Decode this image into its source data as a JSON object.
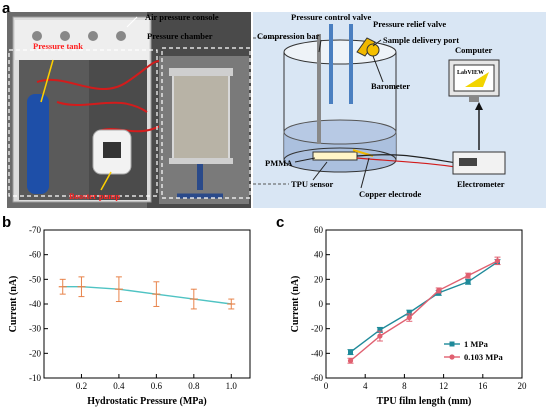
{
  "figure": {
    "panel_a": {
      "letter": "a",
      "photo_labels": {
        "air_pressure_console": "Air pressure console",
        "pressure_tank": "Pressure tank",
        "pressure_chamber": "Pressure chamber",
        "booster_pump": "Booster pump"
      },
      "schematic_labels": {
        "pressure_control_valve": "Pressure control valve",
        "pressure_relief_valve": "Pressure relief valve",
        "compression_bar": "Compression bar",
        "sample_delivery_port": "Sample delivery port",
        "barometer": "Barometer",
        "computer": "Computer",
        "pmma": "PMMA",
        "tpu_sensor": "TPU sensor",
        "copper_electrode": "Copper electrode",
        "electrometer": "Electrometer",
        "screen_text": "LabVIEW"
      }
    },
    "panel_b": {
      "letter": "b"
    },
    "panel_c": {
      "letter": "c"
    }
  },
  "chart_data": [
    {
      "type": "line",
      "xlabel": "Hydrostatic Pressure (MPa)",
      "ylabel": "Current (nA)",
      "x_ticks": [
        "0.2",
        "0.4",
        "0.6",
        "0.8",
        "1.0"
      ],
      "y_ticks": [
        "-70",
        "-60",
        "-50",
        "-40",
        "-30",
        "-20",
        "-10"
      ],
      "xlim": [
        0.0,
        1.1
      ],
      "ylim": [
        -70,
        -10
      ],
      "y_inverted": true,
      "grid": false,
      "color": "#4fc3c3",
      "marker_color": "#e8834a",
      "series": [
        {
          "x": [
            0.1,
            0.2,
            0.4,
            0.6,
            0.8,
            1.0
          ],
          "y": [
            -47,
            -47,
            -46,
            -44,
            -42,
            -40
          ],
          "err": [
            3,
            4,
            5,
            5,
            4,
            2
          ]
        }
      ]
    },
    {
      "type": "line",
      "xlabel": "TPU film length (mm)",
      "ylabel": "Current (nA)",
      "x_ticks": [
        "0",
        "4",
        "8",
        "12",
        "16",
        "20"
      ],
      "y_ticks": [
        "-60",
        "-40",
        "-20",
        "0",
        "20",
        "40",
        "60"
      ],
      "xlim": [
        0,
        20
      ],
      "ylim": [
        -60,
        60
      ],
      "grid": false,
      "legend_position": "bottom-right",
      "series": [
        {
          "name": "1 MPa",
          "color": "#1f8a9a",
          "marker": "square",
          "x": [
            2.5,
            5.5,
            8.5,
            11.5,
            14.5,
            17.5
          ],
          "y": [
            -39,
            -21,
            -7,
            9,
            18,
            34
          ],
          "err": [
            2,
            2,
            2,
            2,
            2,
            2
          ]
        },
        {
          "name": "0.103 MPa",
          "color": "#e06070",
          "marker": "circle",
          "x": [
            2.5,
            5.5,
            8.5,
            11.5,
            14.5,
            17.5
          ],
          "y": [
            -46,
            -26,
            -11,
            11,
            23,
            35
          ],
          "err": [
            2,
            4,
            3,
            2,
            2,
            3
          ]
        }
      ]
    }
  ]
}
